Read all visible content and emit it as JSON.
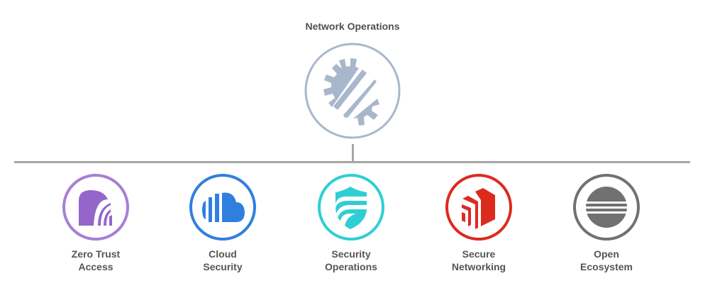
{
  "root": {
    "label": "Network Operations",
    "icon": "gear-slash-icon",
    "color": "#a8b7cc"
  },
  "children": [
    {
      "line1": "Zero Trust",
      "line2": "Access",
      "icon": "tunnel-arch-icon",
      "color": "#9466ca"
    },
    {
      "line1": "Cloud",
      "line2": "Security",
      "icon": "cloud-icon",
      "color": "#2f7fe0"
    },
    {
      "line1": "Security",
      "line2": "Operations",
      "icon": "shield-icon",
      "color": "#2ecfd4"
    },
    {
      "line1": "Secure",
      "line2": "Networking",
      "icon": "cube-icon",
      "color": "#dc2a1f"
    },
    {
      "line1": "Open",
      "line2": "Ecosystem",
      "icon": "striped-circle-icon",
      "color": "#707172"
    }
  ]
}
